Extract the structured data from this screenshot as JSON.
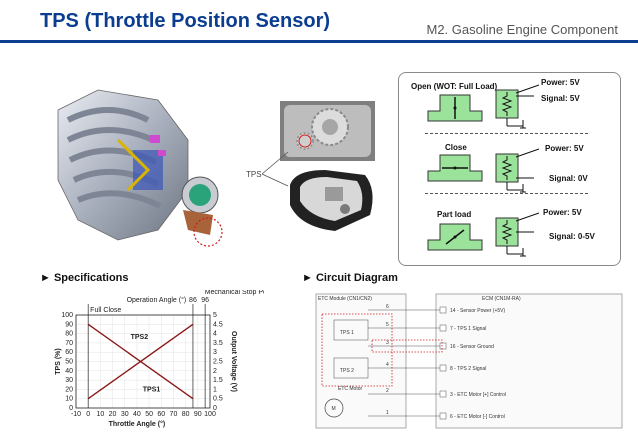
{
  "header": {
    "title": "TPS (Throttle Position Sensor)",
    "module": "M2. Gasoline Engine Component",
    "accent_color": "#0b3d91"
  },
  "callout": {
    "tps_label": "TPS"
  },
  "states": {
    "power_label": "Power: 5V",
    "items": [
      {
        "label": "Open (WOT: Full Load)",
        "power": "Power: 5V",
        "signal": "Signal: 5V"
      },
      {
        "label": "Close",
        "power": "Power: 5V",
        "signal": "Signal: 0V"
      },
      {
        "label": "Part load",
        "power": "Power: 5V",
        "signal": "Signal: 0-5V"
      }
    ]
  },
  "sections": {
    "specs": "► Specifications",
    "circuit": "► Circuit Diagram"
  },
  "chart_data": {
    "type": "line",
    "xlabel": "Throttle Angle (°)",
    "ylabel_left": "TPS (%)",
    "ylabel_right": "Output Voltage (V)",
    "top_axis_label": "Operation Angle (°)",
    "top_axis_label_right": "Mechanical Stop Position",
    "x_ticks": [
      "-10",
      "0",
      "10",
      "20",
      "30",
      "40",
      "50",
      "60",
      "70",
      "80",
      "90",
      "100"
    ],
    "y_left_ticks": [
      "0",
      "10",
      "20",
      "30",
      "40",
      "50",
      "60",
      "70",
      "80",
      "90",
      "100"
    ],
    "y_right_ticks": [
      "0",
      "0.5",
      "1",
      "1.5",
      "2",
      "2.5",
      "3",
      "3.5",
      "4",
      "4.5",
      "5"
    ],
    "xlim": [
      -10,
      100
    ],
    "ylim": [
      0,
      100
    ],
    "ylim_right": [
      0,
      5
    ],
    "annotations": [
      {
        "text": "Full Close",
        "x": 0
      },
      {
        "text": "86",
        "x": 86
      },
      {
        "text": "96",
        "x": 96
      }
    ],
    "series": [
      {
        "name": "TPS2",
        "x": [
          0,
          86
        ],
        "y": [
          10,
          90
        ]
      },
      {
        "name": "TPS1",
        "x": [
          0,
          86
        ],
        "y": [
          90,
          10
        ]
      }
    ]
  },
  "circuit": {
    "etc_module": "ETC Module (CN1/CN2)",
    "ecm": "ECM (CN1M-RA)",
    "tps1": "TPS 1",
    "tps2": "TPS 2",
    "etc_motor": "ETC Motor",
    "motor_symbol": "M",
    "pin_numbers": [
      "6",
      "5",
      "3",
      "4",
      "2",
      "1"
    ],
    "signals": [
      "14 - Sensor Power (+5V)",
      "7 - TPS 1 Signal",
      "16 - Sensor Ground",
      "8 - TPS 2 Signal",
      "3 - ETC Motor [+] Control",
      "6 - ETC Motor [-] Control"
    ]
  }
}
